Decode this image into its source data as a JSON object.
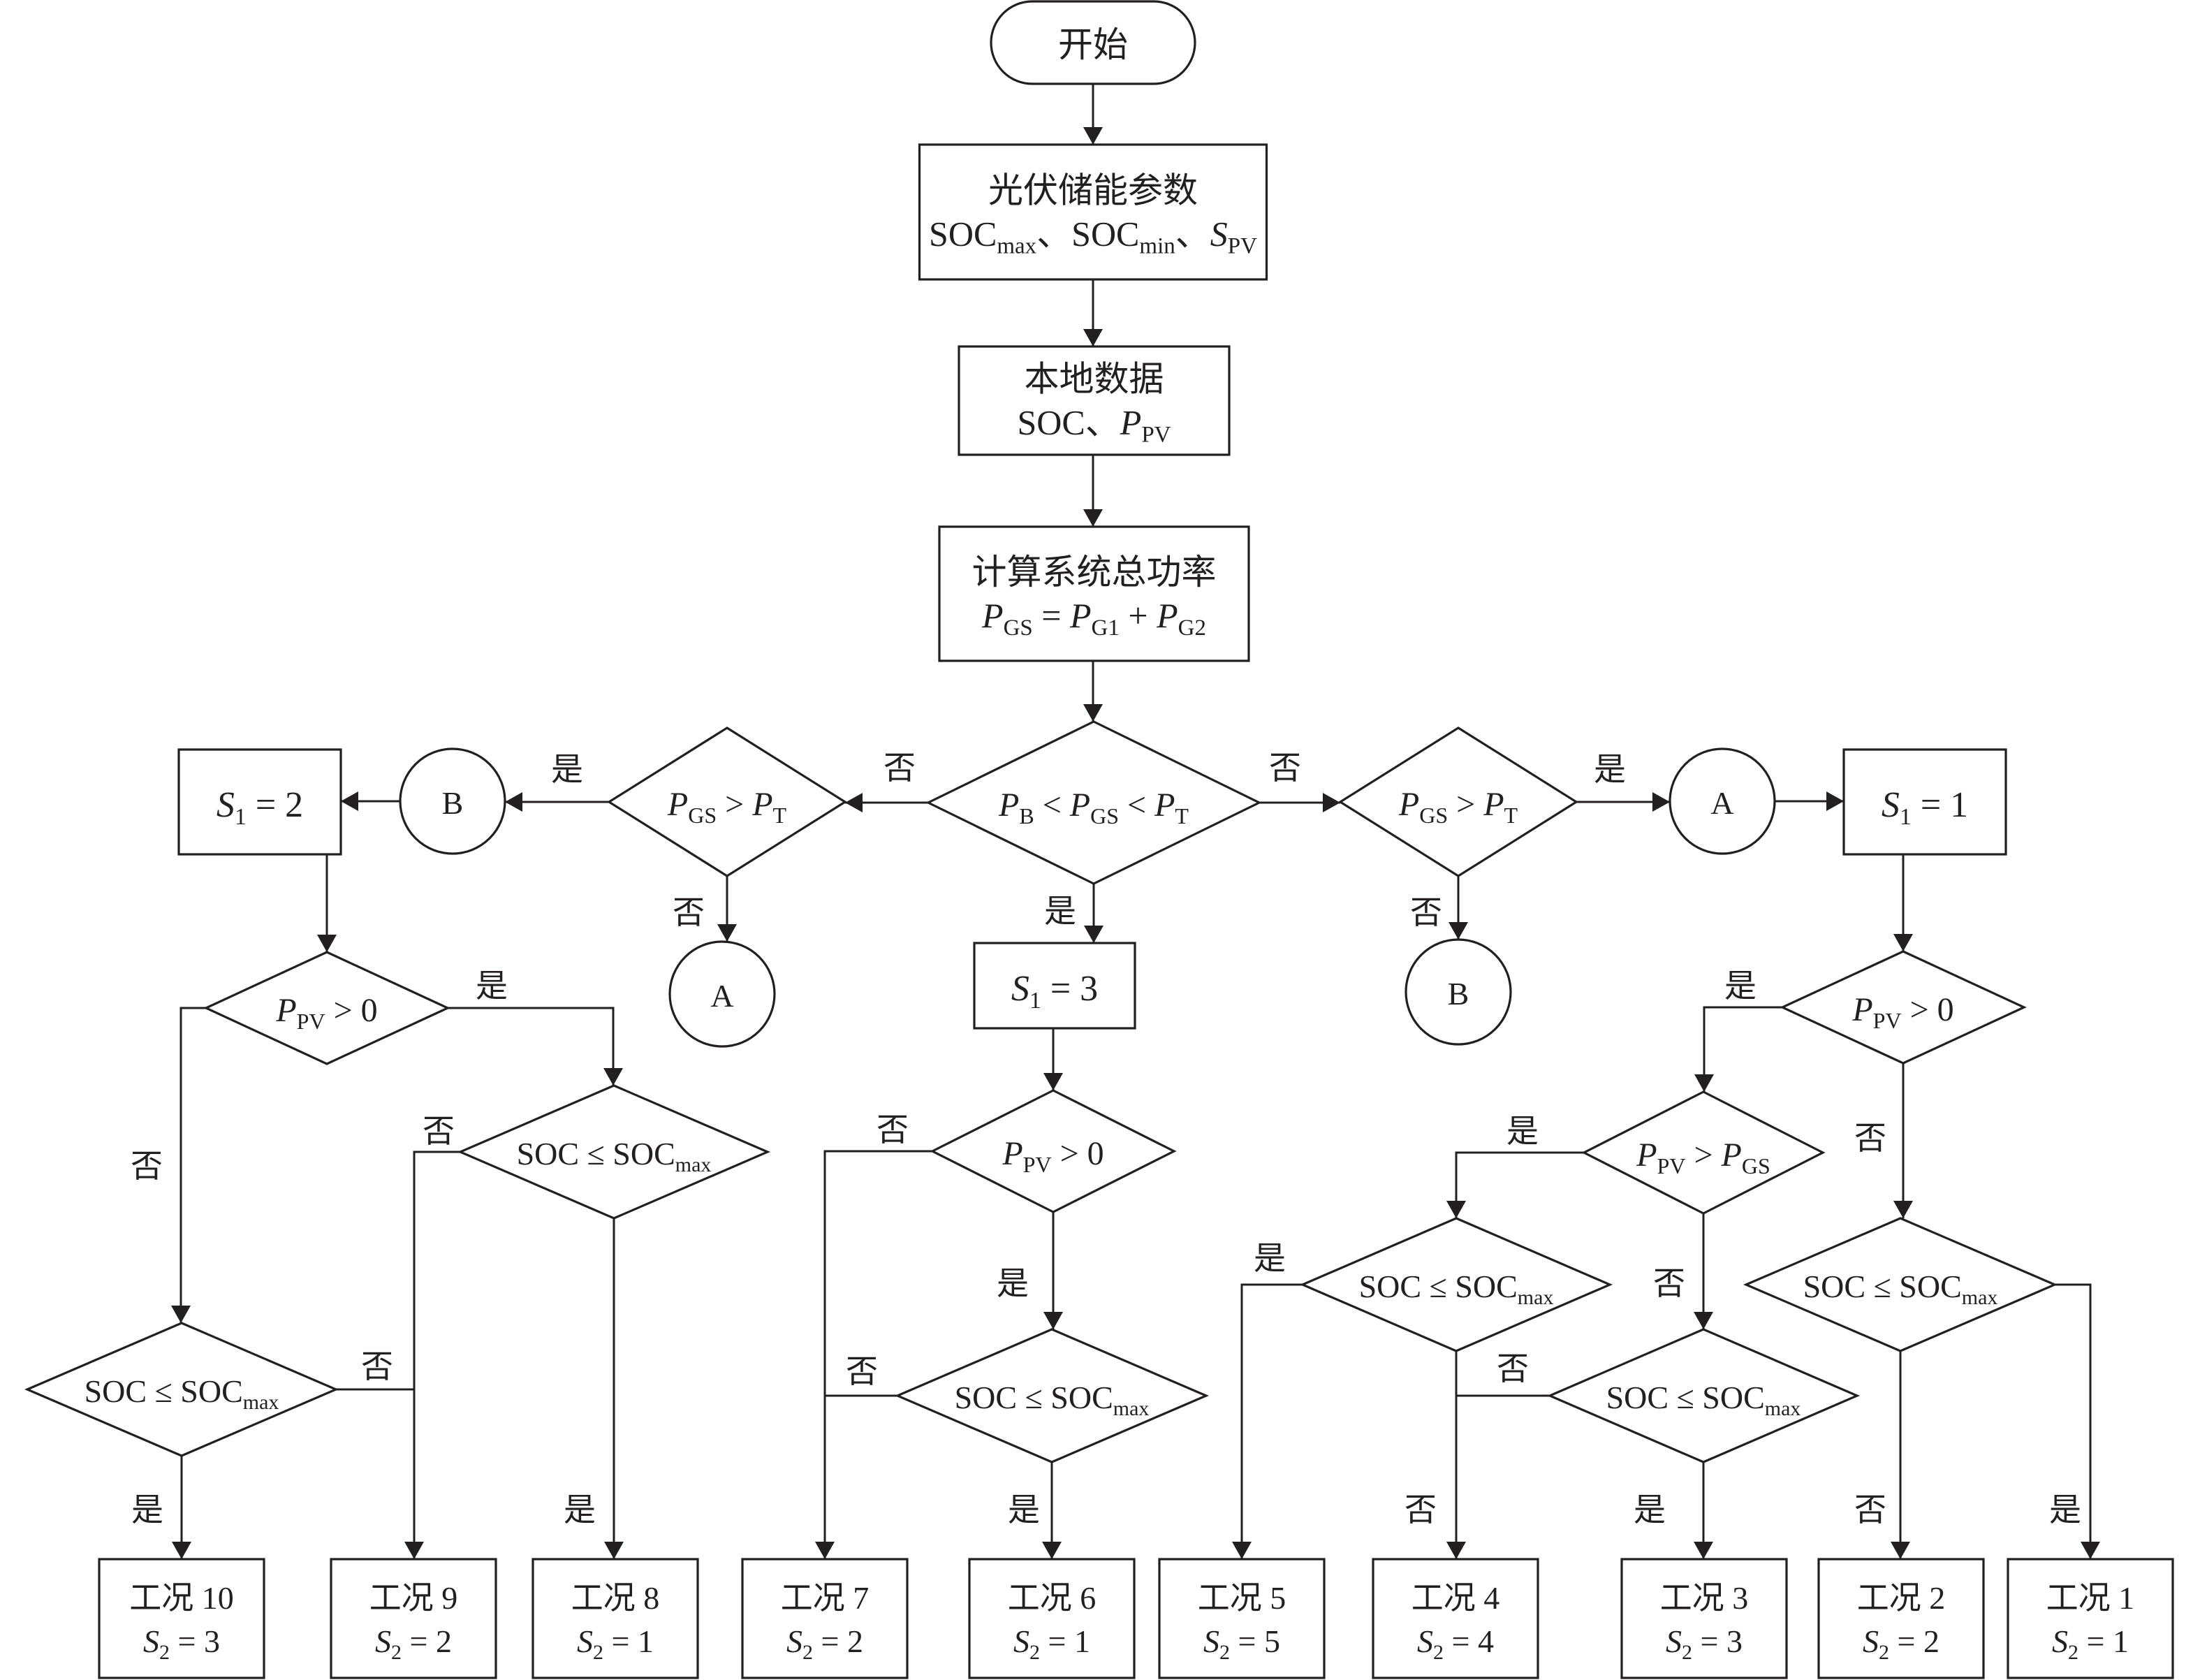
{
  "colors": {
    "ink": "#231f20",
    "paper": "#ffffff"
  },
  "nodes": {
    "start_terminator": {
      "kind": "terminator",
      "lines": [
        [
          [
            "开始",
            ""
          ]
        ]
      ]
    },
    "pv_storage_params_box": {
      "kind": "process",
      "lines": [
        [
          [
            "光伏储能参数",
            ""
          ]
        ],
        [
          [
            "SOC",
            ""
          ],
          [
            "max",
            "s"
          ],
          [
            "、",
            ""
          ],
          [
            "SOC",
            ""
          ],
          [
            "min",
            "s"
          ],
          [
            "、",
            ""
          ],
          [
            "S",
            "i"
          ],
          [
            "PV",
            "s"
          ]
        ]
      ]
    },
    "local_data_box": {
      "kind": "process",
      "lines": [
        [
          [
            "本地数据",
            ""
          ]
        ],
        [
          [
            "SOC、",
            ""
          ],
          [
            "P",
            "i"
          ],
          [
            "PV",
            "s"
          ]
        ]
      ]
    },
    "total_power_box": {
      "kind": "process",
      "lines": [
        [
          [
            "计算系统总功率",
            ""
          ]
        ],
        [
          [
            "P",
            "i"
          ],
          [
            "GS",
            "s"
          ],
          [
            " = ",
            ""
          ],
          [
            "P",
            "i"
          ],
          [
            "G1",
            "s"
          ],
          [
            " + ",
            ""
          ],
          [
            "P",
            "i"
          ],
          [
            "G2",
            "s"
          ]
        ]
      ]
    },
    "decision_pgs_range": {
      "kind": "decision",
      "lines": [
        [
          [
            "P",
            "i"
          ],
          [
            "B",
            "s"
          ],
          [
            " < ",
            ""
          ],
          [
            "P",
            "i"
          ],
          [
            "GS",
            "s"
          ],
          [
            " < ",
            ""
          ],
          [
            "P",
            "i"
          ],
          [
            "T",
            "s"
          ]
        ]
      ]
    },
    "decision_pgs_gt_pt_left": {
      "kind": "decision",
      "lines": [
        [
          [
            "P",
            "i"
          ],
          [
            "GS",
            "s"
          ],
          [
            " > ",
            ""
          ],
          [
            "P",
            "i"
          ],
          [
            "T",
            "s"
          ]
        ]
      ]
    },
    "decision_pgs_gt_pt_right": {
      "kind": "decision",
      "lines": [
        [
          [
            "P",
            "i"
          ],
          [
            "GS",
            "s"
          ],
          [
            " > ",
            ""
          ],
          [
            "P",
            "i"
          ],
          [
            "T",
            "s"
          ]
        ]
      ]
    },
    "connector_b_left": {
      "kind": "connector",
      "lines": [
        [
          [
            "B",
            ""
          ]
        ]
      ]
    },
    "connector_a_left": {
      "kind": "connector",
      "lines": [
        [
          [
            "A",
            ""
          ]
        ]
      ]
    },
    "connector_a_right": {
      "kind": "connector",
      "lines": [
        [
          [
            "A",
            ""
          ]
        ]
      ]
    },
    "connector_b_right": {
      "kind": "connector",
      "lines": [
        [
          [
            "B",
            ""
          ]
        ]
      ]
    },
    "s1_equals_2_box": {
      "kind": "process",
      "lines": [
        [
          [
            "S",
            "i"
          ],
          [
            "1",
            "s"
          ],
          [
            " = 2",
            ""
          ]
        ]
      ]
    },
    "s1_equals_3_box": {
      "kind": "process",
      "lines": [
        [
          [
            "S",
            "i"
          ],
          [
            "1",
            "s"
          ],
          [
            " = 3",
            ""
          ]
        ]
      ]
    },
    "s1_equals_1_box": {
      "kind": "process",
      "lines": [
        [
          [
            "S",
            "i"
          ],
          [
            "1",
            "s"
          ],
          [
            " = 1",
            ""
          ]
        ]
      ]
    },
    "decision_ppv_positive_left": {
      "kind": "decision",
      "lines": [
        [
          [
            "P",
            "i"
          ],
          [
            "PV",
            "s"
          ],
          [
            " > 0",
            ""
          ]
        ]
      ]
    },
    "decision_ppv_positive_mid": {
      "kind": "decision",
      "lines": [
        [
          [
            "P",
            "i"
          ],
          [
            "PV",
            "s"
          ],
          [
            " > 0",
            ""
          ]
        ]
      ]
    },
    "decision_ppv_positive_right": {
      "kind": "decision",
      "lines": [
        [
          [
            "P",
            "i"
          ],
          [
            "PV",
            "s"
          ],
          [
            " > 0",
            ""
          ]
        ]
      ]
    },
    "decision_ppv_gt_pgs": {
      "kind": "decision",
      "lines": [
        [
          [
            "P",
            "i"
          ],
          [
            "PV",
            "s"
          ],
          [
            " > ",
            ""
          ],
          [
            "P",
            "i"
          ],
          [
            "GS",
            "s"
          ]
        ]
      ]
    },
    "decision_soc_left_lower": {
      "kind": "decision",
      "lines": [
        [
          [
            "SOC ≤ SOC",
            ""
          ],
          [
            "max",
            "s"
          ]
        ]
      ]
    },
    "decision_soc_left_upper": {
      "kind": "decision",
      "lines": [
        [
          [
            "SOC ≤ SOC",
            ""
          ],
          [
            "max",
            "s"
          ]
        ]
      ]
    },
    "decision_soc_mid": {
      "kind": "decision",
      "lines": [
        [
          [
            "SOC ≤ SOC",
            ""
          ],
          [
            "max",
            "s"
          ]
        ]
      ]
    },
    "decision_soc_right_a": {
      "kind": "decision",
      "lines": [
        [
          [
            "SOC ≤ SOC",
            ""
          ],
          [
            "max",
            "s"
          ]
        ]
      ]
    },
    "decision_soc_right_b": {
      "kind": "decision",
      "lines": [
        [
          [
            "SOC ≤ SOC",
            ""
          ],
          [
            "max",
            "s"
          ]
        ]
      ]
    },
    "decision_soc_right_c": {
      "kind": "decision",
      "lines": [
        [
          [
            "SOC ≤ SOC",
            ""
          ],
          [
            "max",
            "s"
          ]
        ]
      ]
    },
    "case_10_box": {
      "kind": "result",
      "lines": [
        [
          [
            "工况 10",
            ""
          ]
        ],
        [
          [
            "S",
            "i"
          ],
          [
            "2",
            "s"
          ],
          [
            " = 3",
            ""
          ]
        ]
      ]
    },
    "case_9_box": {
      "kind": "result",
      "lines": [
        [
          [
            "工况 9",
            ""
          ]
        ],
        [
          [
            "S",
            "i"
          ],
          [
            "2",
            "s"
          ],
          [
            " = 2",
            ""
          ]
        ]
      ]
    },
    "case_8_box": {
      "kind": "result",
      "lines": [
        [
          [
            "工况 8",
            ""
          ]
        ],
        [
          [
            "S",
            "i"
          ],
          [
            "2",
            "s"
          ],
          [
            " = 1",
            ""
          ]
        ]
      ]
    },
    "case_7_box": {
      "kind": "result",
      "lines": [
        [
          [
            "工况 7",
            ""
          ]
        ],
        [
          [
            "S",
            "i"
          ],
          [
            "2",
            "s"
          ],
          [
            " = 2",
            ""
          ]
        ]
      ]
    },
    "case_6_box": {
      "kind": "result",
      "lines": [
        [
          [
            "工况 6",
            ""
          ]
        ],
        [
          [
            "S",
            "i"
          ],
          [
            "2",
            "s"
          ],
          [
            " = 1",
            ""
          ]
        ]
      ]
    },
    "case_5_box": {
      "kind": "result",
      "lines": [
        [
          [
            "工况 5",
            ""
          ]
        ],
        [
          [
            "S",
            "i"
          ],
          [
            "2",
            "s"
          ],
          [
            " = 5",
            ""
          ]
        ]
      ]
    },
    "case_4_box": {
      "kind": "result",
      "lines": [
        [
          [
            "工况 4",
            ""
          ]
        ],
        [
          [
            "S",
            "i"
          ],
          [
            "2",
            "s"
          ],
          [
            " = 4",
            ""
          ]
        ]
      ]
    },
    "case_3_box": {
      "kind": "result",
      "lines": [
        [
          [
            "工况 3",
            ""
          ]
        ],
        [
          [
            "S",
            "i"
          ],
          [
            "2",
            "s"
          ],
          [
            " = 3",
            ""
          ]
        ]
      ]
    },
    "case_2_box": {
      "kind": "result",
      "lines": [
        [
          [
            "工况 2",
            ""
          ]
        ],
        [
          [
            "S",
            "i"
          ],
          [
            "2",
            "s"
          ],
          [
            " = 2",
            ""
          ]
        ]
      ]
    },
    "case_1_box": {
      "kind": "result",
      "lines": [
        [
          [
            "工况 1",
            ""
          ]
        ],
        [
          [
            "S",
            "i"
          ],
          [
            "2",
            "s"
          ],
          [
            " = 1",
            ""
          ]
        ]
      ]
    }
  },
  "edge_labels": {
    "pgs_range_no_left": "否",
    "pgs_range_no_right": "否",
    "pgs_range_yes": "是",
    "pgs_left_yes": "是",
    "pgs_left_no": "否",
    "pgs_right_yes": "是",
    "pgs_right_no": "否",
    "ppv_left_yes": "是",
    "ppv_left_no": "否",
    "soc_left_upper_no": "否",
    "soc_left_upper_yes": "是",
    "soc_left_lower_no": "否",
    "soc_left_lower_yes": "是",
    "ppv_mid_no": "否",
    "ppv_mid_yes": "是",
    "soc_mid_no": "否",
    "soc_mid_yes": "是",
    "ppv_right_yes": "是",
    "ppv_right_no": "否",
    "ppv_gt_pgs_yes": "是",
    "ppv_gt_pgs_no": "否",
    "soc_right_a_yes": "是",
    "soc_right_a_no": "否",
    "soc_right_b_no": "否",
    "soc_right_b_yes": "是",
    "soc_right_c_no": "否",
    "soc_right_c_yes": "是"
  }
}
